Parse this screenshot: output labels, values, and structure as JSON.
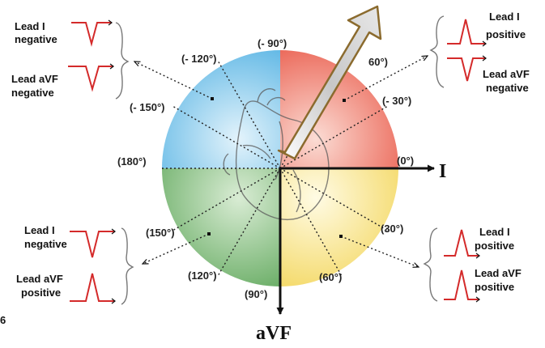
{
  "colors": {
    "q_upper_left": "#58b4e4",
    "q_upper_right": "#ea5d4d",
    "q_lower_left": "#62a95e",
    "q_lower_right": "#f3d65c",
    "wave": "#d42a2a",
    "axis": "#111111"
  },
  "angles": {
    "m90": "(- 90°)",
    "m120": "(- 120°)",
    "m60": "60°)",
    "m150": "(- 150°)",
    "m30": "(- 30°)",
    "a180": "(180°)",
    "a0": "(0°)",
    "a150": "(150°)",
    "a30": "(30°)",
    "a120": "(120°)",
    "a60": "(60°)",
    "a90": "(90°)"
  },
  "axes": {
    "horizontal": "I",
    "vertical": "aVF"
  },
  "legends": {
    "top_left": {
      "lead1": [
        "Lead I",
        "negative"
      ],
      "leadavf": [
        "Lead aVF",
        "negative"
      ]
    },
    "top_right": {
      "lead1": [
        "Lead I",
        "positive"
      ],
      "leadavf": [
        "Lead aVF",
        "negative"
      ]
    },
    "bottom_left": {
      "lead1": [
        "Lead I",
        "negative"
      ],
      "leadavf": [
        "Lead aVF",
        "positive"
      ]
    },
    "bottom_right": {
      "lead1": [
        "Lead I",
        "positive"
      ],
      "leadavf": [
        "Lead aVF",
        "positive"
      ]
    }
  },
  "margin_mark": "6",
  "icons": {
    "heart": "heart-outline-icon",
    "vector": "axis-vector-arrow-icon"
  }
}
